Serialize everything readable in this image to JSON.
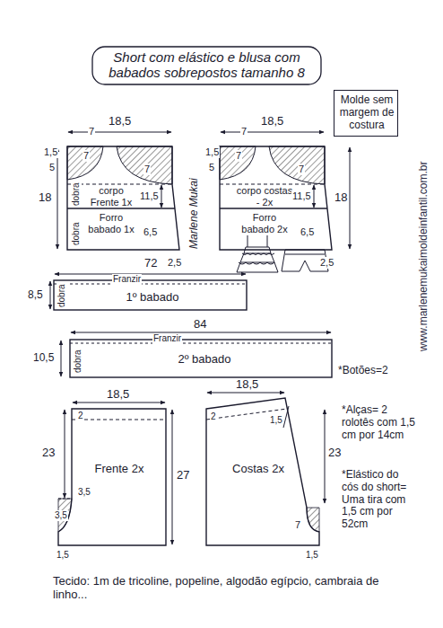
{
  "diagram": {
    "title": "Short com elástico e blusa com babados sobrepostos tamanho 8",
    "nodes": [
      {
        "text": [
          "Molde sem margem de costura"
        ]
      },
      {
        "text": [
          "corpo Frente 1x",
          "Forro babado 1x"
        ]
      },
      {
        "text": [
          "corpo costas - 2x",
          "Forro babado 2x"
        ]
      },
      {
        "text": [
          "1º babado"
        ]
      },
      {
        "text": [
          "2º babado"
        ]
      },
      {
        "text": [
          "Frente 2x"
        ]
      },
      {
        "text": [
          "Costas 2x"
        ]
      }
    ],
    "labels": [
      "7",
      "18,5",
      "7",
      "1,5",
      "5",
      "18",
      "7",
      "11,5",
      "6,5",
      "2,5",
      "dobra",
      "dobra",
      "7",
      "18,5",
      "7",
      "1,5",
      "5",
      "7",
      "11,5",
      "6,5",
      "18",
      "2,5",
      "72",
      "Franzir",
      "dobra",
      "8,5",
      "84",
      "Franzir",
      "dobra",
      "10,5",
      "*Botões=2",
      "18,5",
      "2",
      "23",
      "27",
      "3,5",
      "3,5",
      "1,5",
      "18,5",
      "2",
      "1,5",
      "23",
      "7",
      "1,5",
      "*Alças= 2 rolotês com 1,5 cm por 14cm",
      "*Elástico do cós do short= Uma tira com 1,5 cm por 52cm",
      "Tecido: 1m de tricoline, popeline, algodão egípcio, cambraia de linho...",
      "www.marlenemukaimoldeinfantil.com.br",
      "Marlene Mukai"
    ]
  }
}
